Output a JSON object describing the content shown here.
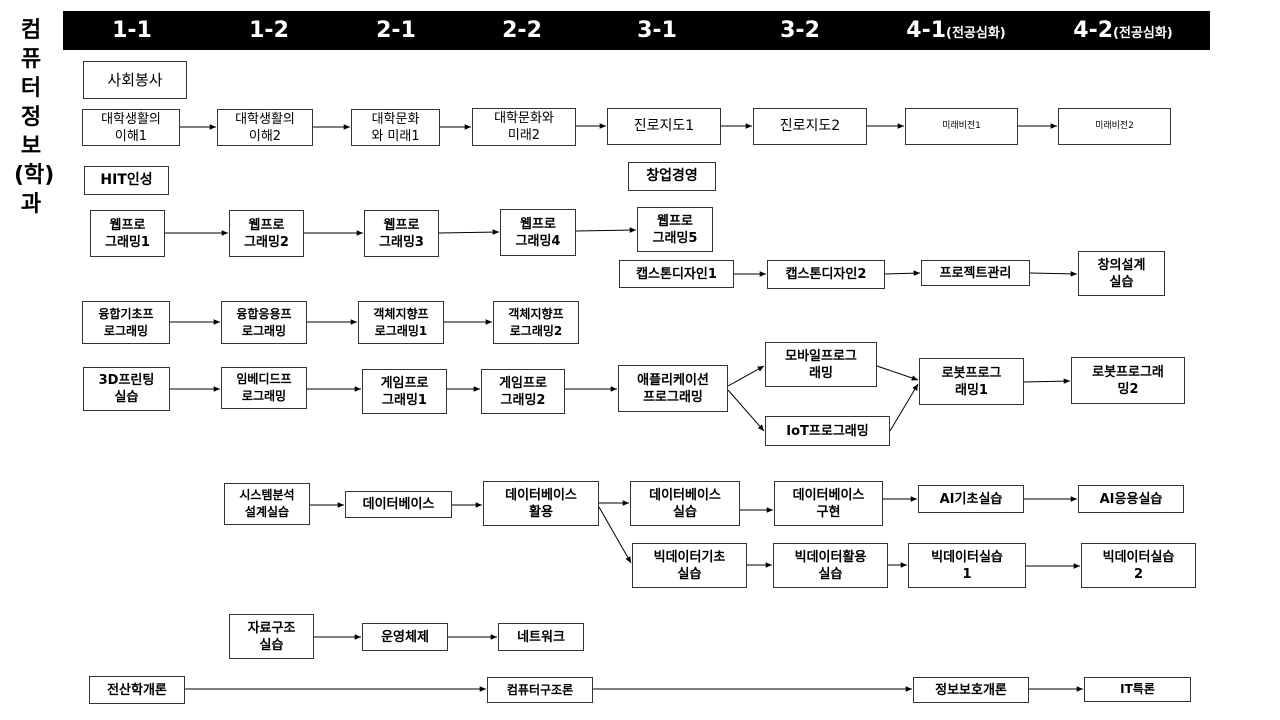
{
  "side_title": "컴\n퓨\n터\n정\n보\n(학)\n과",
  "semesters": [
    {
      "label": "1-1",
      "tag": ""
    },
    {
      "label": "1-2",
      "tag": ""
    },
    {
      "label": "2-1",
      "tag": ""
    },
    {
      "label": "2-2",
      "tag": ""
    },
    {
      "label": "3-1",
      "tag": ""
    },
    {
      "label": "3-2",
      "tag": ""
    },
    {
      "label": "4-1",
      "tag": "(전공심화)"
    },
    {
      "label": "4-2",
      "tag": "(전공심화)"
    }
  ],
  "courses": {
    "social_service": "사회봉사",
    "college_life_1": "대학생활의\n이해1",
    "college_life_2": "대학생활의\n이해2",
    "univ_culture_1": "대학문화\n와 미래1",
    "univ_culture_2": "대학문화와\n미래2",
    "career_1": "진로지도1",
    "career_2": "진로지도2",
    "future_vision_1": "미래비전1",
    "future_vision_2": "미래비전2",
    "hit_cert": "HIT인성",
    "startup_mgmt": "창업경영",
    "web_1": "웹프로\n그래밍1",
    "web_2": "웹프로\n그래밍2",
    "web_3": "웹프로\n그래밍3",
    "web_4": "웹프로\n그래밍4",
    "web_5": "웹프로\n그래밍5",
    "capstone_1": "캡스톤디자인1",
    "capstone_2": "캡스톤디자인2",
    "project_mgmt": "프로젝트관리",
    "creative_design": "창의설계\n실습",
    "conv_basic": "융합기초프\n로그래밍",
    "conv_applied": "융합응용프\n로그래밍",
    "oop_1": "객체지향프\n로그래밍1",
    "oop_2": "객체지향프\n로그래밍2",
    "printing_3d": "3D프린팅\n실습",
    "embedded": "임베디드프\n로그래밍",
    "game_1": "게임프로\n그래밍1",
    "game_2": "게임프로\n그래밍2",
    "app_prog": "애플리케이션\n프로그래밍",
    "mobile_prog": "모바일프로그\n래밍",
    "iot_prog": "IoT프로그래밍",
    "robot_1": "로봇프로그\n래밍1",
    "robot_2": "로봇프로그래\n밍2",
    "sys_analysis": "시스템분석\n설계실습",
    "database": "데이터베이스",
    "db_use": "데이터베이스\n활용",
    "db_practice": "데이터베이스\n실습",
    "db_impl": "데이터베이스\n구현",
    "ai_basic": "AI기초실습",
    "ai_applied": "AI응용실습",
    "bigdata_basic": "빅데이터기초\n실습",
    "bigdata_use": "빅데이터활용\n실습",
    "bigdata_prac_1": "빅데이터실습\n1",
    "bigdata_prac_2": "빅데이터실습\n2",
    "data_structure": "자료구조\n실습",
    "os": "운영체제",
    "network": "네트워크",
    "comp_intro": "전산학개론",
    "comp_arch": "컴퓨터구조론",
    "info_security": "정보보호개론",
    "it_topics": "IT특론"
  }
}
